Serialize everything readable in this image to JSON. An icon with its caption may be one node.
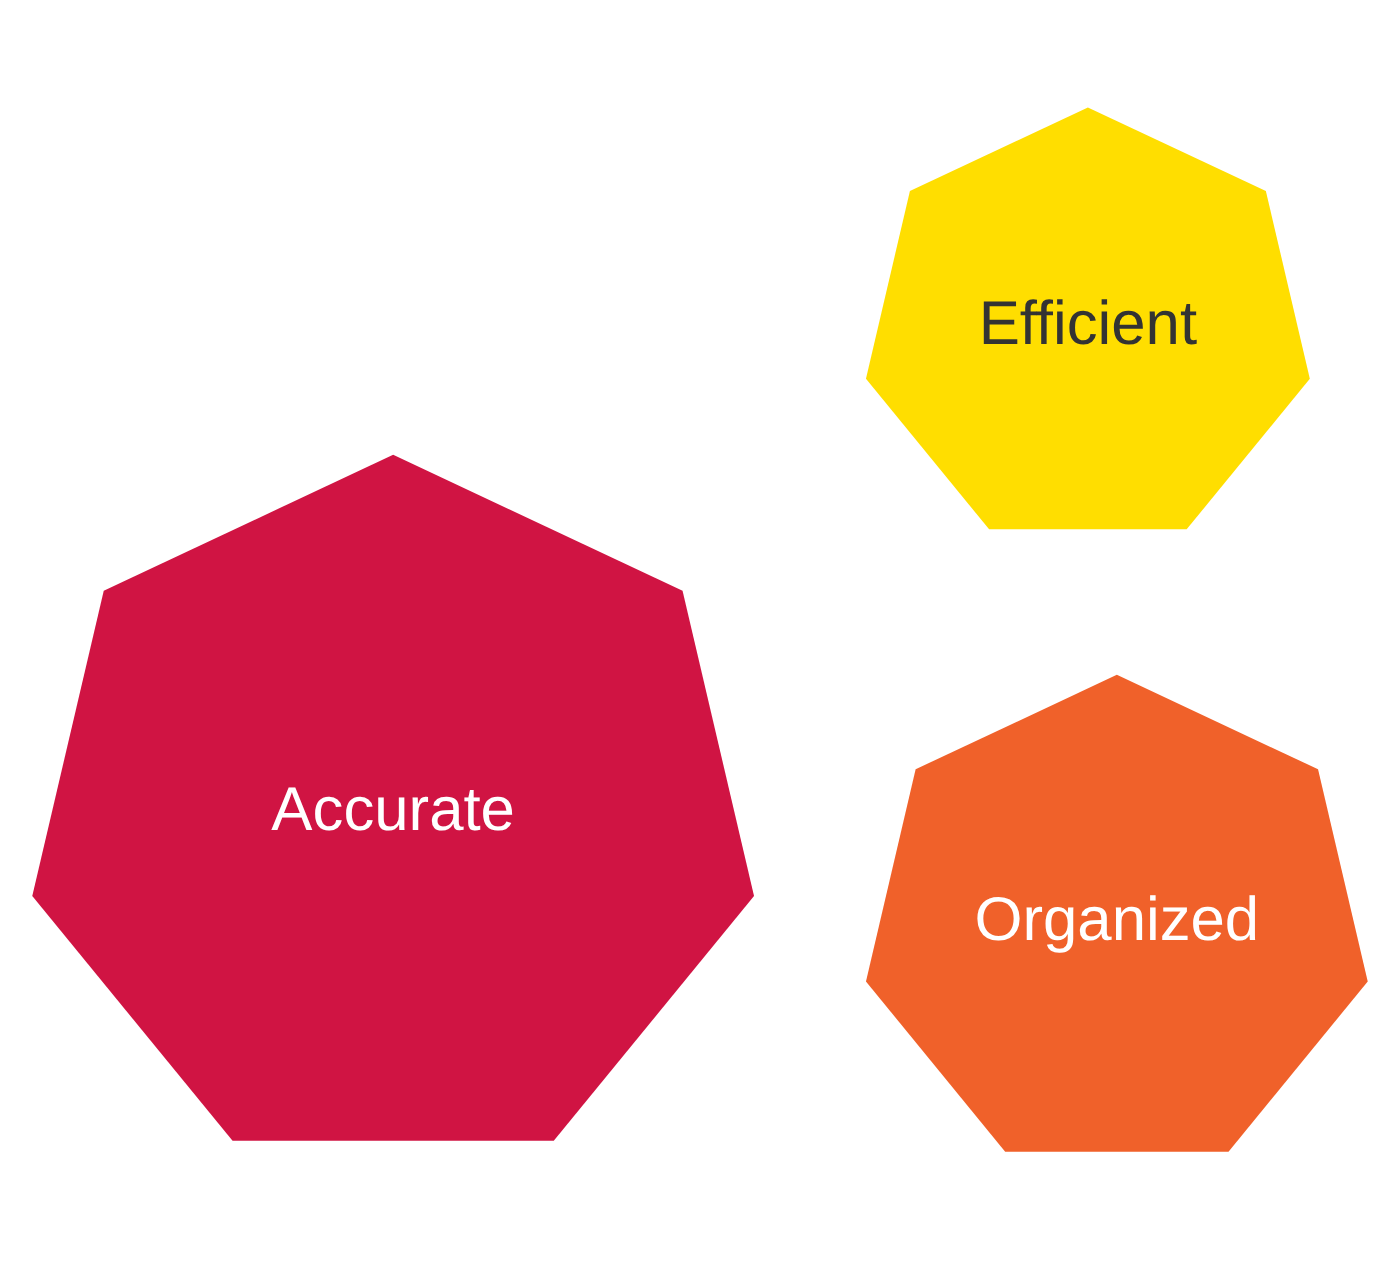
{
  "diagram": {
    "nodes": [
      {
        "text": [
          "Efficient"
        ]
      },
      {
        "text": [
          "Organized"
        ]
      },
      {
        "text": [
          "Accurate"
        ]
      }
    ]
  }
}
